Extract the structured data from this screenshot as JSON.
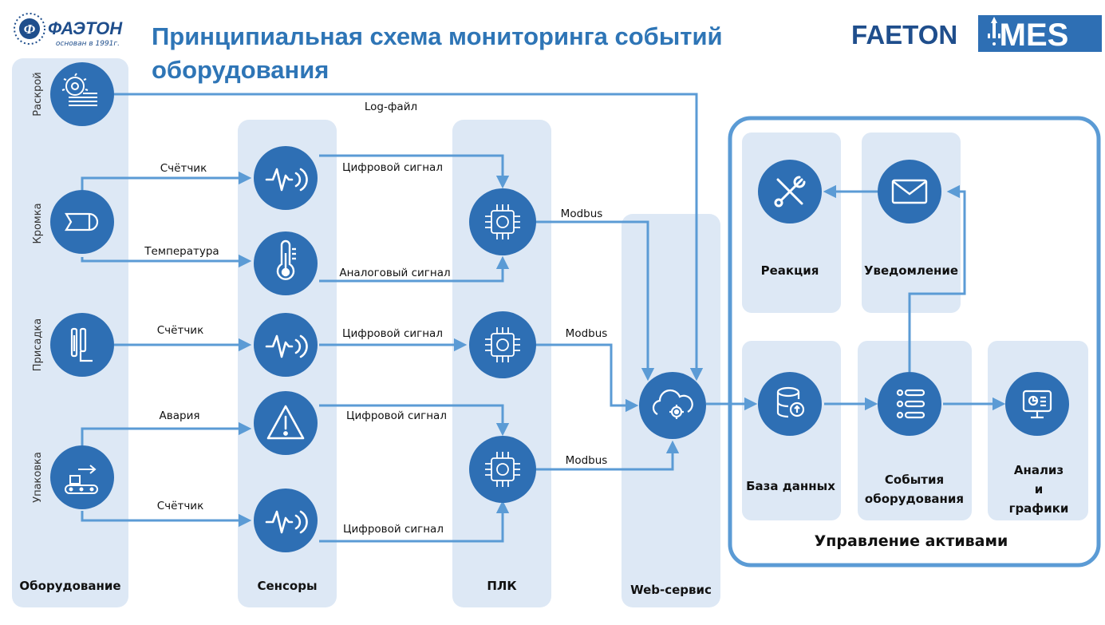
{
  "header": {
    "title_line1": "Принципиальная схема мониторинга событий",
    "title_line2": "оборудования"
  },
  "logo_left": {
    "name": "ФАЭТОН",
    "tagline": "основан в 1991г."
  },
  "logo_right": {
    "text_left": "FAETON",
    "text_right": "MES"
  },
  "columns": {
    "equipment": "Оборудование",
    "sensors": "Сенсоры",
    "plc": "ПЛК",
    "web": "Web-сервис"
  },
  "equipment": [
    {
      "label": "Раскрой",
      "icon": "saw-icon"
    },
    {
      "label": "Кромка",
      "icon": "edge-tape-icon"
    },
    {
      "label": "Присадка",
      "icon": "drill-icon"
    },
    {
      "label": "Упаковка",
      "icon": "conveyor-icon"
    }
  ],
  "sensors": [
    {
      "icon": "pulse-signal-icon"
    },
    {
      "icon": "thermometer-icon"
    },
    {
      "icon": "pulse-signal-icon"
    },
    {
      "icon": "warning-icon"
    },
    {
      "icon": "pulse-signal-icon"
    }
  ],
  "edges": {
    "log": "Log-файл",
    "counter1": "Счётчик",
    "temperature": "Температура",
    "counter2": "Счётчик",
    "alarm": "Авария",
    "counter3": "Счётчик",
    "digital1": "Цифровой сигнал",
    "analog": "Аналоговый сигнал",
    "digital2": "Цифровой сигнал",
    "digital3": "Цифровой сигнал",
    "digital4": "Цифровой сигнал",
    "modbus1": "Modbus",
    "modbus2": "Modbus",
    "modbus3": "Modbus"
  },
  "asset_management": {
    "title": "Управление активами",
    "reaction": "Реакция",
    "notification": "Уведомление",
    "database": "База данных",
    "events_line1": "События",
    "events_line2": "оборудования",
    "analysis_line1": "Анализ",
    "analysis_line2": "и",
    "analysis_line3": "графики"
  },
  "colors": {
    "accent": "#2e75b6",
    "node": "#2e6fb4",
    "panel": "#dde8f5",
    "line": "#5b9bd5"
  }
}
